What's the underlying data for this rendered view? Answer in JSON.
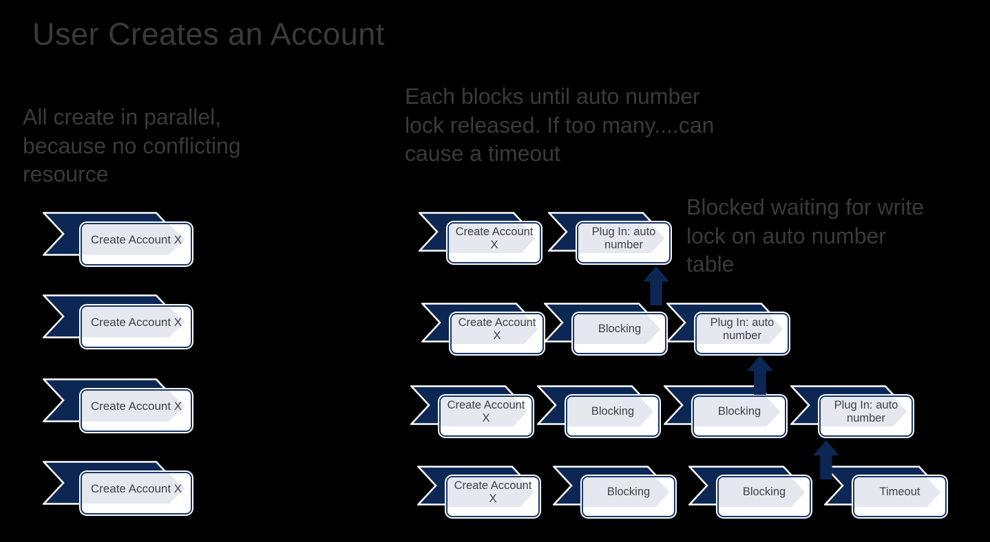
{
  "title": "User Creates an Account",
  "notes": {
    "parallel": "All create in parallel,\nbecause no conflicting\nresource",
    "blocking": "Each blocks until auto number\nlock released. If too many....can\ncause a timeout",
    "blocked_waiting": "Blocked waiting for write\nlock on auto number\ntable"
  },
  "left_column": {
    "steps": [
      "Create Account X",
      "Create Account X",
      "Create Account X",
      "Create Account X"
    ]
  },
  "rows": [
    {
      "steps": [
        "Create Account X",
        "Plug In: auto number"
      ]
    },
    {
      "steps": [
        "Create Account X",
        "Blocking",
        "Plug In: auto number"
      ]
    },
    {
      "steps": [
        "Create Account X",
        "Blocking",
        "Blocking",
        "Plug In: auto number"
      ]
    },
    {
      "steps": [
        "Create Account X",
        "Blocking",
        "Blocking",
        "Timeout"
      ]
    }
  ],
  "connectors": {
    "up_arrow_count": 3,
    "direction": "up"
  },
  "colors": {
    "background": "#000000",
    "navy": "#0d2754",
    "card_border": "#16356b",
    "card_fill": "#ffffff",
    "inner_chevron": "#e5e8ee",
    "heading_text": "#3a3a3a",
    "label_text": "#3f4245"
  }
}
